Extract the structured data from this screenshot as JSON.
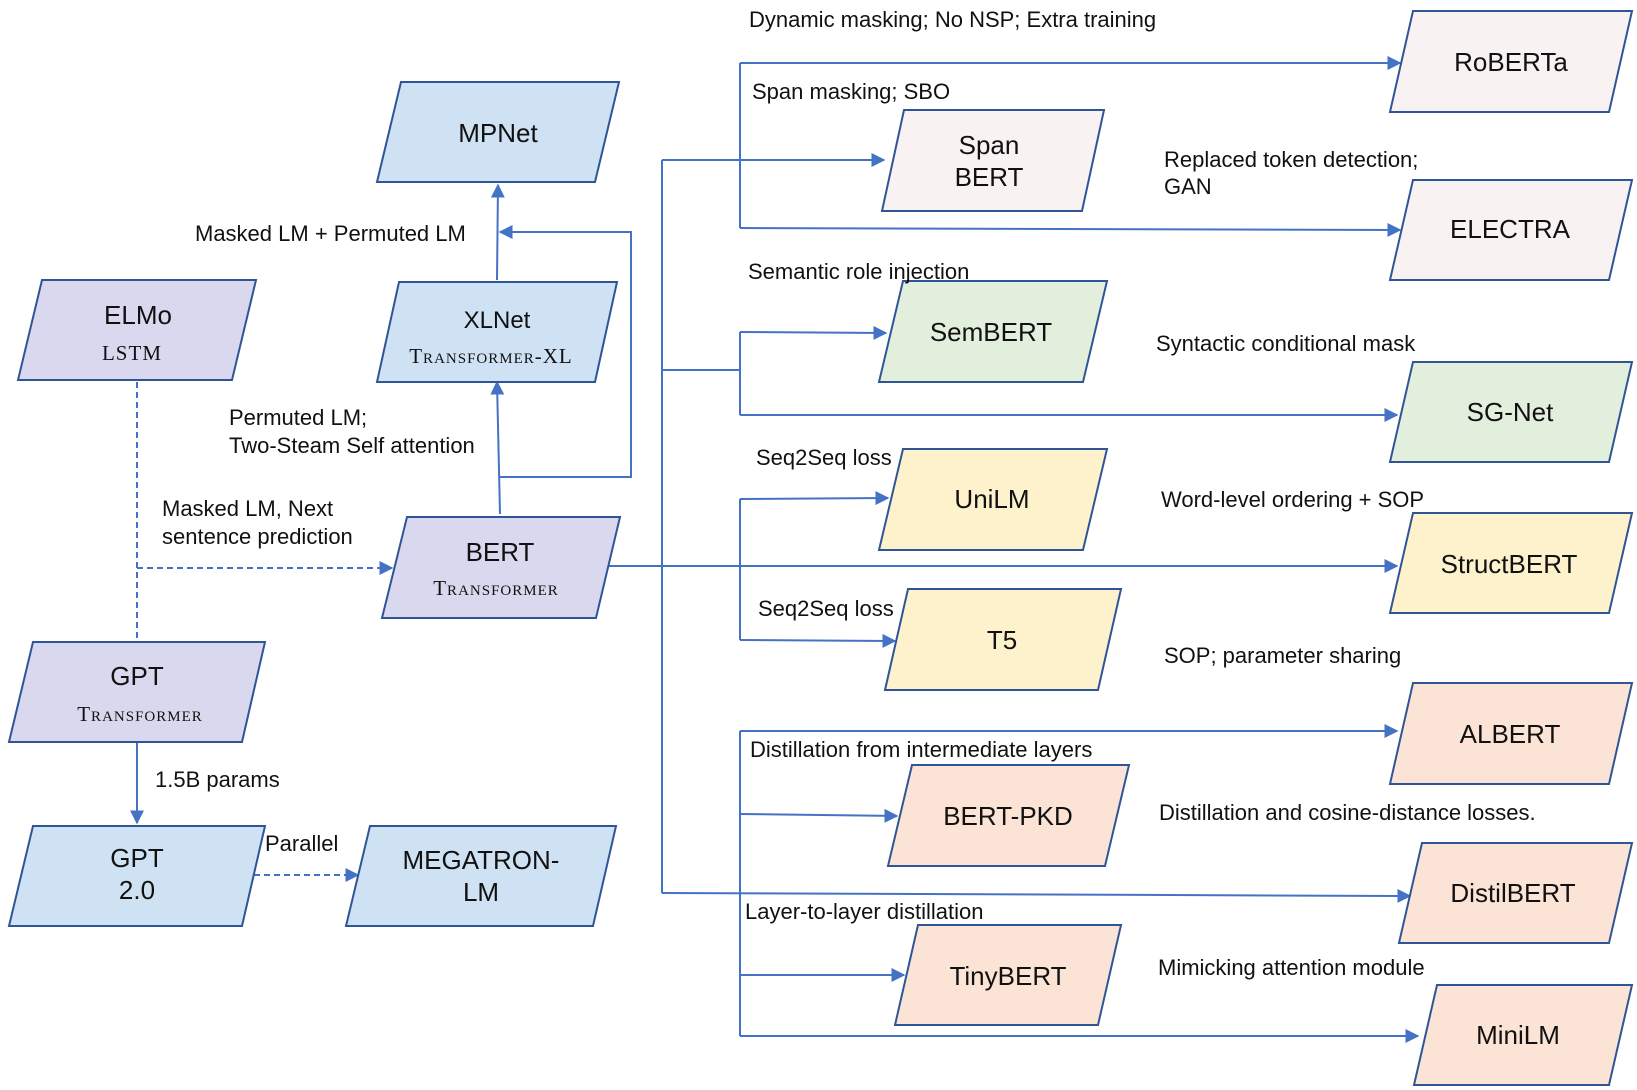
{
  "colors": {
    "blue": "#cfe2f3",
    "lavender": "#d9d8ee",
    "blush": "#f9f2f2",
    "green": "#e3efdd",
    "yellow": "#fdf2cc",
    "peach": "#fbe3d5",
    "edge": "#4472c4",
    "outline": "#2f5597"
  },
  "nodes": {
    "mpnet": {
      "title": "MPNet",
      "color": "blue"
    },
    "xlnet": {
      "title": "XLNet",
      "sub": "Transformer-XL",
      "color": "blue"
    },
    "elmo": {
      "title": "ELMo",
      "sub": "LSTM",
      "color": "lavender"
    },
    "bert": {
      "title": "BERT",
      "sub": "Transformer",
      "color": "lavender"
    },
    "gpt": {
      "title": "GPT",
      "sub": "Transformer",
      "color": "lavender"
    },
    "gpt2": {
      "title": [
        "GPT",
        "2.0"
      ],
      "color": "blue"
    },
    "megatron": {
      "title": [
        "MEGATRON-",
        "LM"
      ],
      "color": "blue"
    },
    "roberta": {
      "title": "RoBERTa",
      "color": "blush"
    },
    "spanbert": {
      "title": [
        "Span",
        "BERT"
      ],
      "color": "blush"
    },
    "electra": {
      "title": "ELECTRA",
      "color": "blush"
    },
    "sembert": {
      "title": "SemBERT",
      "color": "green"
    },
    "sgnet": {
      "title": "SG-Net",
      "color": "green"
    },
    "unilm": {
      "title": "UniLM",
      "color": "yellow"
    },
    "structbert": {
      "title": "StructBERT",
      "color": "yellow"
    },
    "t5": {
      "title": "T5",
      "color": "yellow"
    },
    "albert": {
      "title": "ALBERT",
      "color": "peach"
    },
    "bertpkd": {
      "title": "BERT-PKD",
      "color": "peach"
    },
    "distilbert": {
      "title": "DistilBERT",
      "color": "peach"
    },
    "tinybert": {
      "title": "TinyBERT",
      "color": "peach"
    },
    "minilm": {
      "title": "MiniLM",
      "color": "peach"
    }
  },
  "edge_labels": {
    "masked_permuted": "Masked LM  + Permuted LM",
    "permuted": [
      "Permuted LM;",
      "Two-Steam Self attention"
    ],
    "masked_nsp": [
      "Masked LM, Next",
      "sentence prediction"
    ],
    "params": "1.5B params",
    "parallel": "Parallel",
    "roberta": "Dynamic masking; No NSP; Extra training",
    "spanbert": "Span masking; SBO",
    "electra": [
      "Replaced token detection;",
      "GAN"
    ],
    "sembert": "Semantic role injection",
    "sgnet": "Syntactic conditional mask",
    "unilm": "Seq2Seq loss",
    "structbert": "Word-level ordering + SOP",
    "t5": "Seq2Seq loss",
    "albert": "SOP; parameter sharing",
    "bertpkd": "Distillation from intermediate layers",
    "distilbert": "Distillation and cosine-distance losses.",
    "tinybert": "Layer-to-layer  distillation",
    "minilm": "Mimicking attention  module"
  }
}
